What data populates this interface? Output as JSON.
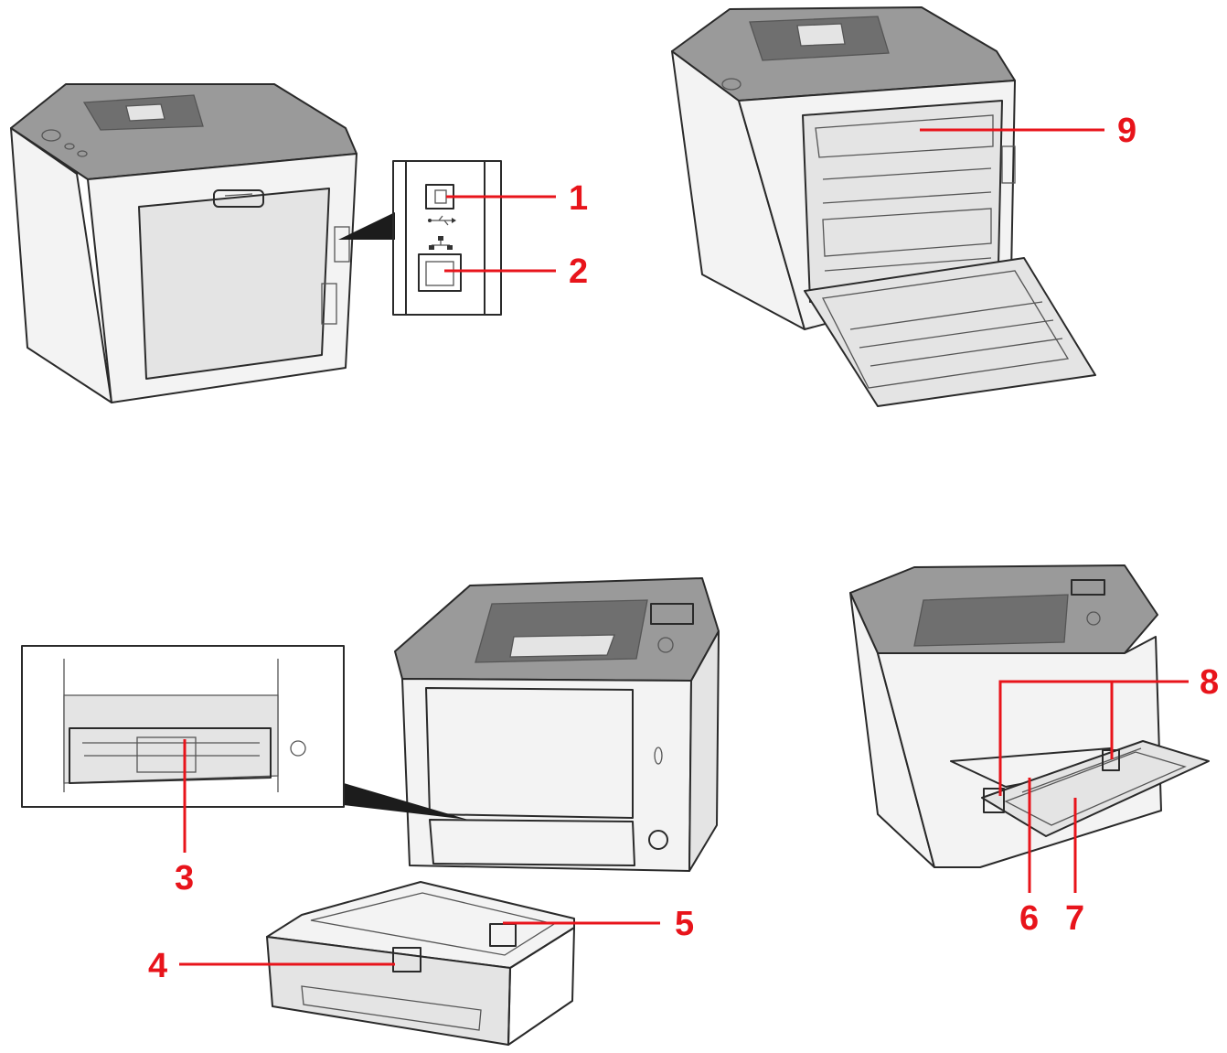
{
  "callouts": [
    {
      "id": "1",
      "label": "1"
    },
    {
      "id": "2",
      "label": "2"
    },
    {
      "id": "3",
      "label": "3"
    },
    {
      "id": "4",
      "label": "4"
    },
    {
      "id": "5",
      "label": "5"
    },
    {
      "id": "6",
      "label": "6"
    },
    {
      "id": "7",
      "label": "7"
    },
    {
      "id": "8",
      "label": "8"
    },
    {
      "id": "9",
      "label": "9"
    }
  ],
  "colors": {
    "callout": "#e8141b",
    "outline": "#2a2a2a",
    "printer_top": "#9a9a9a",
    "printer_body": "#f3f3f3"
  },
  "icons": {
    "usb": "usb-icon",
    "network": "network-icon"
  }
}
